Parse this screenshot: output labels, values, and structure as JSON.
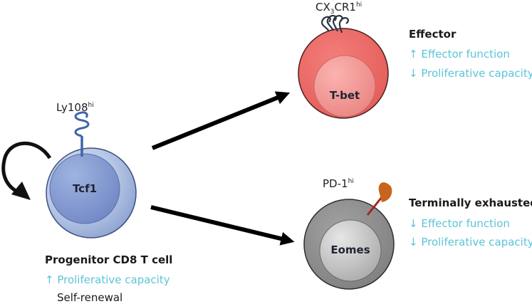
{
  "progenitor": {
    "marker_main": "Ly108",
    "marker_sup": "hi",
    "nucleus": "Tcf1",
    "title": "Progenitor CD8 T cell",
    "feature_1": "↑ Proliferative capacity",
    "feature_2": "Self-renewal"
  },
  "effector": {
    "marker_a": "CX",
    "marker_sub": "3",
    "marker_b": "CR1",
    "marker_sup": "hi",
    "nucleus": "T-bet",
    "title": "Effector",
    "feature_1": "↑ Effector function",
    "feature_2": "↓ Proliferative capacity"
  },
  "exhausted": {
    "marker_main": "PD-1",
    "marker_sup": "hi",
    "nucleus": "Eomes",
    "title": "Terminally exhausted",
    "feature_1": "↓ Effector function",
    "feature_2": "↓ Proliferative capacity"
  },
  "colors": {
    "progenitor_cell": "#b3c4e4",
    "effector_cell": "#ef6f6c",
    "exhausted_cell": "#8f8f8f",
    "feature_text": "#5cc4d8",
    "arrow": "#000000"
  }
}
